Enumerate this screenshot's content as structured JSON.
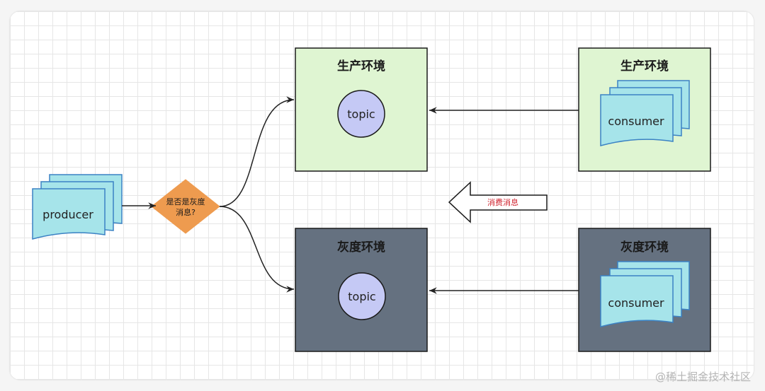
{
  "colors": {
    "prod_bg": "#dff5d2",
    "gray_bg": "#657180",
    "topic_fill": "#c5c9f5",
    "doc_fill": "#a6e4ea",
    "doc_stroke": "#3b82c4",
    "diamond_fill": "#ee9b4f",
    "hint_text": "#d0222e"
  },
  "producer": {
    "label": "producer"
  },
  "decision": {
    "line1": "是否是灰度",
    "line2": "消息?"
  },
  "prod_topic_box": {
    "title": "生产环境",
    "topic": "topic"
  },
  "gray_topic_box": {
    "title": "灰度环境",
    "topic": "topic"
  },
  "prod_consumer_box": {
    "title": "生产环境",
    "consumer": "consumer"
  },
  "gray_consumer_box": {
    "title": "灰度环境",
    "consumer": "consumer"
  },
  "consume_hint": {
    "label": "消费消息"
  },
  "watermark": "@稀土掘金技术社区"
}
